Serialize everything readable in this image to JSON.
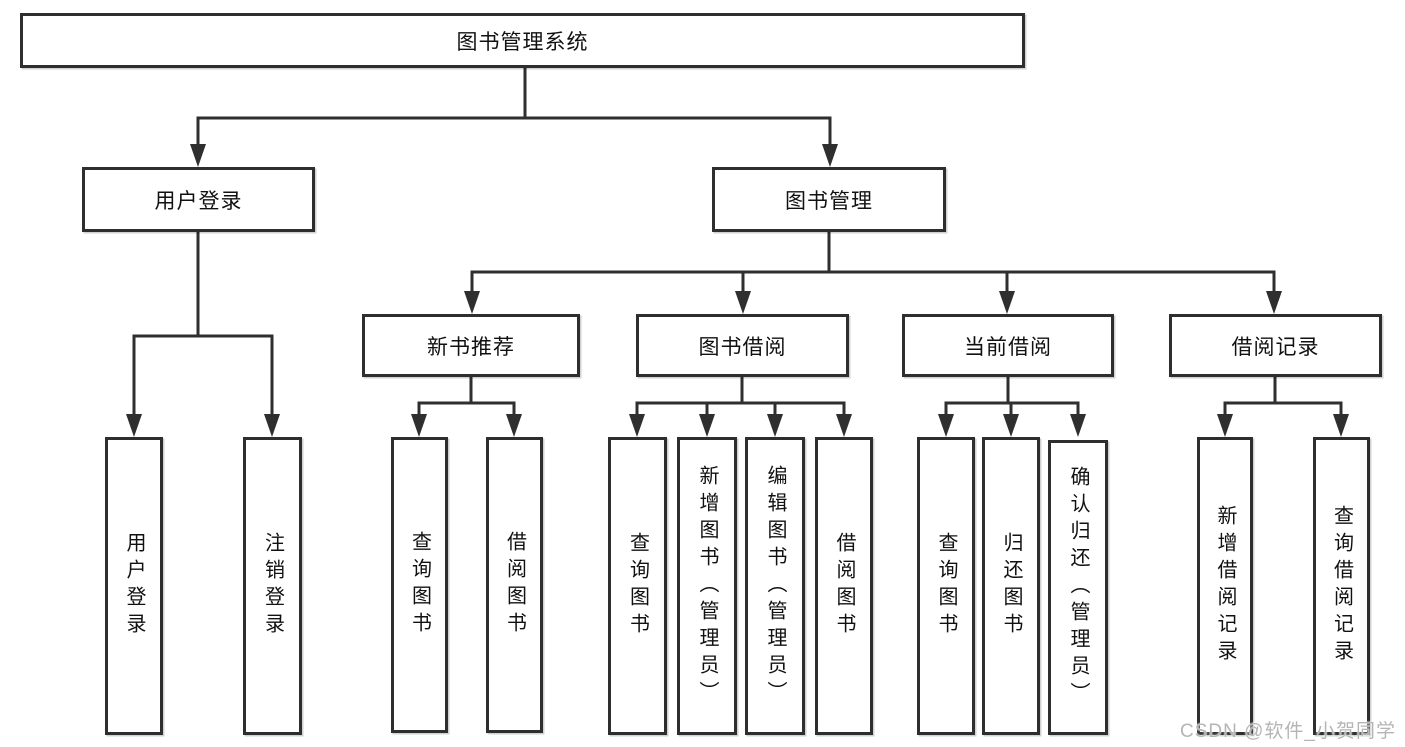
{
  "tree": {
    "root": {
      "label": "图书管理系统"
    },
    "branches": [
      {
        "label": "用户登录",
        "leaves": [
          "用户登录",
          "注销登录"
        ]
      },
      {
        "label": "图书管理",
        "sections": [
          {
            "label": "新书推荐",
            "leaves": [
              "查询图书",
              "借阅图书"
            ]
          },
          {
            "label": "图书借阅",
            "leaves": [
              "查询图书",
              "新增图书（管理员）",
              "编辑图书（管理员）",
              "借阅图书"
            ]
          },
          {
            "label": "当前借阅",
            "leaves": [
              "查询图书",
              "归还图书",
              "确认归还（管理员）"
            ]
          },
          {
            "label": "借阅记录",
            "leaves": [
              "新增借阅记录",
              "查询借阅记录"
            ]
          }
        ]
      }
    ]
  },
  "watermark": {
    "text": "CSDN @软件_小贺同学"
  },
  "colors": {
    "line": "#2f2f2f",
    "box_border": "#2e2e2e",
    "text": "#111111",
    "watermark": "#b5b5b5",
    "background": "#ffffff"
  }
}
